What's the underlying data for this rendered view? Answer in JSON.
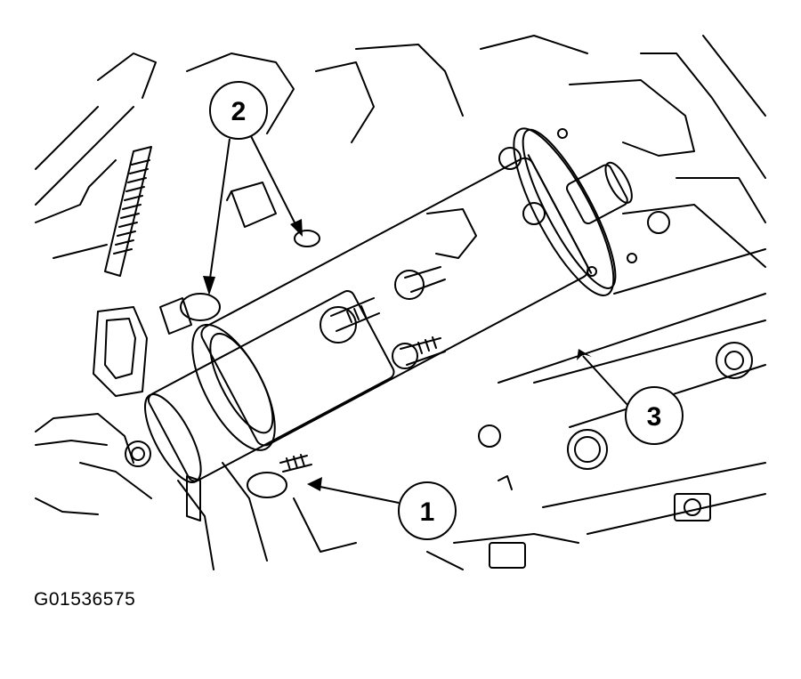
{
  "figure": {
    "id": "G01536575",
    "callouts": [
      {
        "number": "2"
      },
      {
        "number": "3"
      },
      {
        "number": "1"
      }
    ]
  },
  "colors": {
    "line": "#000000",
    "background": "#ffffff"
  }
}
